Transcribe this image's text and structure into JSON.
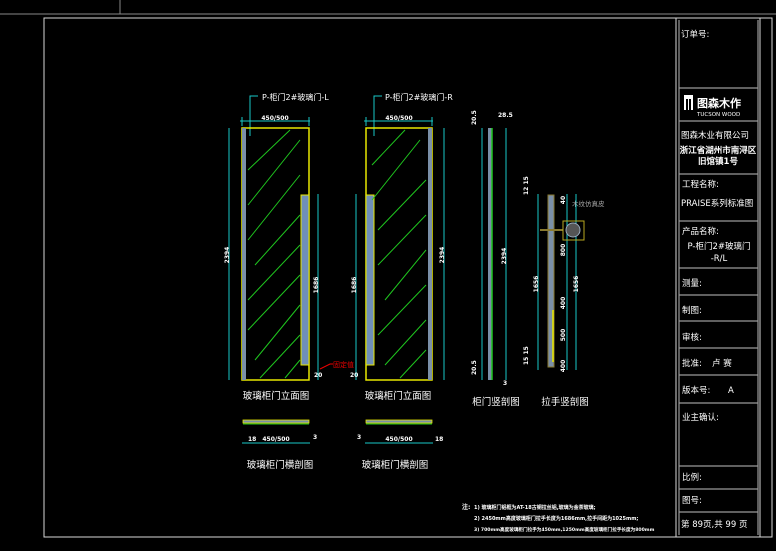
{
  "title_block": {
    "order_no_label": "订单号:",
    "logo_cn": "图森木作",
    "logo_en": "TUCSON WOOD",
    "company": "图森木业有限公司",
    "address_line1": "浙江省湖州市南浔区",
    "address_line2": "旧馆镇1号",
    "project_label": "工程名称:",
    "project_value": "PRAISE系列标准图",
    "product_label": "产品名称:",
    "product_value_line1": "P-柜门2#玻璃门",
    "product_value_line2": "-R/L",
    "measure_label": "测量:",
    "drawing_label": "制图:",
    "review_label": "审核:",
    "approve_label": "批准:",
    "approve_value": "卢 赛",
    "version_label": "版本号:",
    "version_value": "A",
    "owner_label": "业主确认:",
    "scale_label": "比例:",
    "drawing_no_label": "图号:",
    "page_label": "第 89页,共 99 页"
  },
  "drawings": {
    "door_left_tag": "P-柜门2#玻璃门-L",
    "door_right_tag": "P-柜门2#玻璃门-R",
    "width_dim": "450/500",
    "height_dim": "2394",
    "handle_dim": "1686",
    "bottom_dim": "20",
    "fixed_value_note": "固定值",
    "elevation_caption": "玻璃柜门立面图",
    "plan_caption": "玻璃柜门横剖图",
    "plan_dim_a": "18",
    "plan_dim_b": "3",
    "section_top_dim": "28.5",
    "section_side_dim": "20.5",
    "section_bottom_dim": "20.5",
    "section_gap": "3",
    "handle_top_dims": "12 15",
    "handle_bottom_dims": "15 15",
    "handle_total": "1656",
    "handle_seg1": "400",
    "handle_seg2": "800",
    "handle_seg3": "400",
    "handle_seg4": "500",
    "handle_end": "40",
    "leather_note": "木纹仿真皮",
    "door_section_caption": "柜门竖剖图",
    "handle_section_caption": "拉手竖剖图"
  },
  "notes": {
    "prefix": "注:",
    "line1": "1) 玻璃柜门铝框为AT-18古铜拉丝铝,玻璃为金茶玻璃;",
    "line2": "2) 2450mm高度玻璃柜门拉手长度为1686mm,拉手间距为1025mm;",
    "line3": "3) 700mm高度玻璃柜门拉手为450mm,1250mm高度玻璃柜门拉手长度为800mm"
  }
}
